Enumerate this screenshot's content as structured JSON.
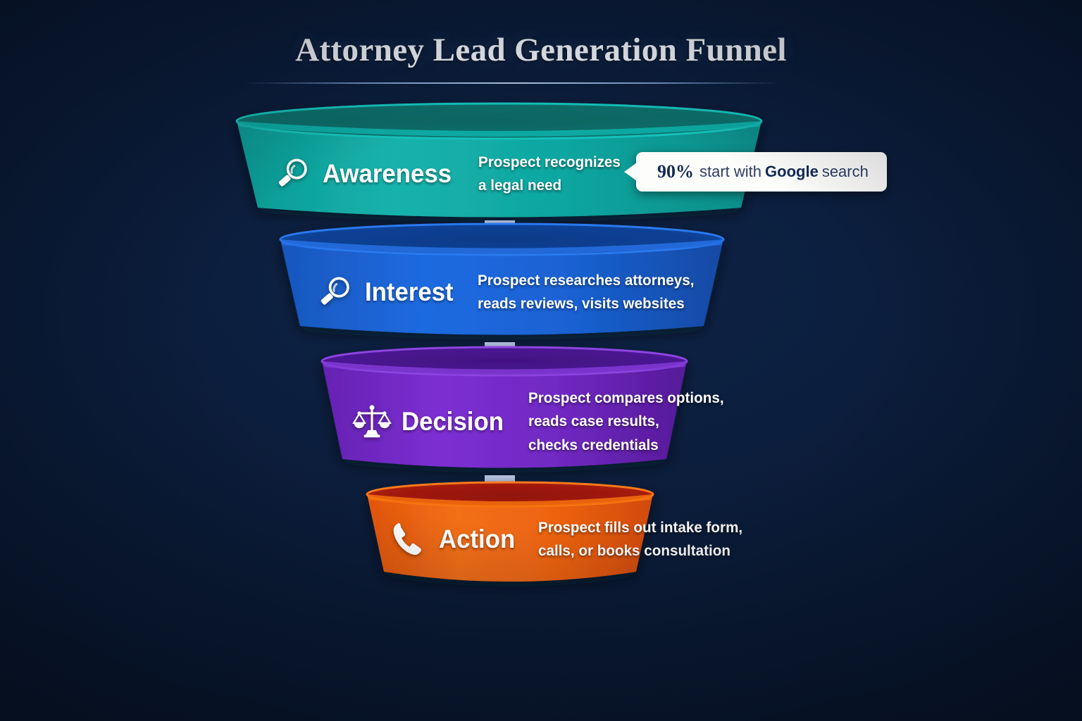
{
  "title": "Attorney Lead Generation Funnel",
  "background_color": "#0b1c39",
  "stages": [
    {
      "id": "awareness",
      "label": "Awareness",
      "icon": "magnifier-icon",
      "description_line1": "Prospect recognizes",
      "description_line2": "a legal need",
      "description_line3": "",
      "color": "#10a8a1",
      "color_dark": "#0a6b68",
      "color_rim": "#0d8b85"
    },
    {
      "id": "interest",
      "label": "Interest",
      "icon": "magnifier-icon",
      "description_line1": "Prospect researches attorneys,",
      "description_line2": "reads reviews, visits websites",
      "description_line3": "",
      "color": "#1a63d2",
      "color_dark": "#0f3d8f",
      "color_rim": "#1551b0"
    },
    {
      "id": "decision",
      "label": "Decision",
      "icon": "scales-of-justice-icon",
      "description_line1": "Prospect compares options,",
      "description_line2": "reads case results,",
      "description_line3": "checks credentials",
      "color": "#7229c4",
      "color_dark": "#4a1490",
      "color_rim": "#5f1fae"
    },
    {
      "id": "action",
      "label": "Action",
      "icon": "phone-icon",
      "description_line1": "Prospect fills out intake form,",
      "description_line2": "calls, or books consultation",
      "description_line3": "",
      "color": "#ef6410",
      "color_dark": "#a31a0d",
      "color_rim": "#d64b0a"
    }
  ],
  "connectors": [
    {
      "id": "arrow-awareness-interest",
      "icon": "arrow-down-icon"
    },
    {
      "id": "arrow-interest-decision",
      "icon": "arrow-down-icon"
    },
    {
      "id": "arrow-decision-action",
      "icon": "arrow-down-icon"
    }
  ],
  "callout": {
    "number": "90%",
    "text_before": "start with",
    "brand": "Google",
    "text_after": "search",
    "full_text": "90% start with Google search",
    "background_color": "#fdfdfb",
    "text_color": "#2d3e63"
  },
  "chart_data": {
    "type": "funnel",
    "title": "Attorney Lead Generation Funnel",
    "categories": [
      "Awareness",
      "Interest",
      "Decision",
      "Action"
    ],
    "annotations": [
      "90% start with Google search"
    ],
    "legend": "none",
    "grid": false
  }
}
